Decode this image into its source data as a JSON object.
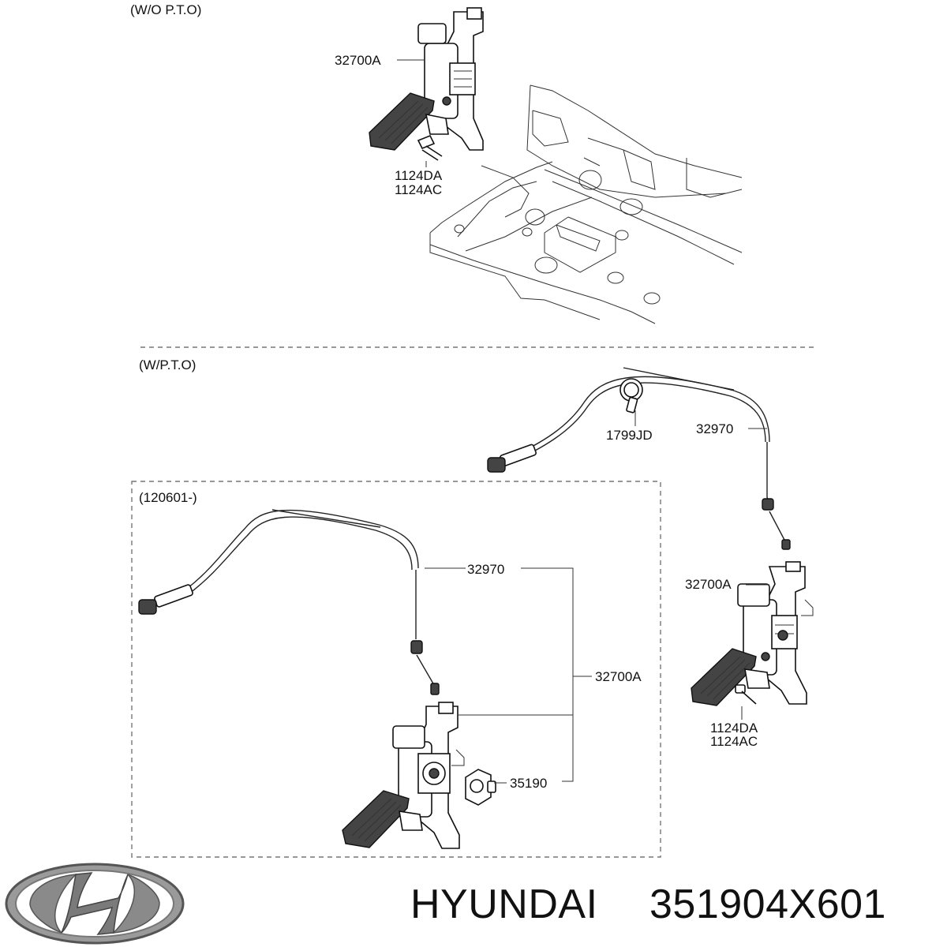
{
  "sections": {
    "without_pto": "(W/O P.T.O)",
    "with_pto": "(W/P.T.O)",
    "revision_box": "(120601-)"
  },
  "callouts": {
    "top_pedal": "32700A",
    "top_bolt_1": "1124DA",
    "top_bolt_2": "1124AC",
    "clamp": "1799JD",
    "right_cable": "32970",
    "right_pedal": "32700A",
    "right_bolt_1": "1124DA",
    "right_bolt_2": "1124AC",
    "box_cable": "32970",
    "box_assembly": "32700A",
    "box_sensor": "35190"
  },
  "brand": {
    "name": "HYUNDAI",
    "part_number": "351904X601",
    "logo_icon": "hyundai-logo-icon"
  }
}
